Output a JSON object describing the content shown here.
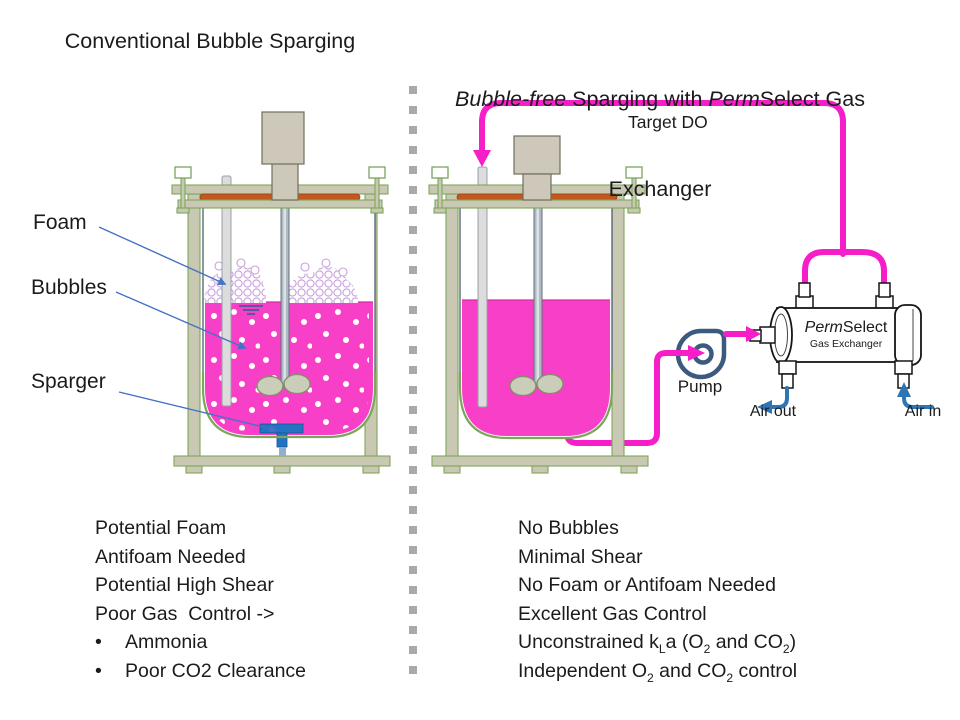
{
  "titles": {
    "left": "Conventional Bubble Sparging",
    "right_line1": [
      {
        "t": "Bubble-free",
        "i": true
      },
      {
        "t": " Sparging with "
      },
      {
        "t": "Perm",
        "i": true
      },
      {
        "t": "Select Gas"
      }
    ],
    "right_line2": [
      {
        "t": "Exchanger"
      }
    ]
  },
  "left_diagram": {
    "labels": {
      "foam": "Foam",
      "bubbles": "Bubbles",
      "sparger": "Sparger"
    },
    "notes": [
      {
        "seg": [
          {
            "t": "Potential Foam"
          }
        ]
      },
      {
        "seg": [
          {
            "t": "Antifoam Needed"
          }
        ]
      },
      {
        "seg": [
          {
            "t": "Potential High Shear"
          }
        ]
      },
      {
        "seg": [
          {
            "t": "Poor Gas  Control ->"
          }
        ]
      },
      {
        "bullet": true,
        "seg": [
          {
            "t": "Ammonia"
          }
        ]
      },
      {
        "bullet": true,
        "seg": [
          {
            "t": "Poor CO2 Clearance"
          }
        ]
      }
    ]
  },
  "right_diagram": {
    "labels": {
      "target_do": "Target DO",
      "pump": "Pump",
      "air_out": "Air out",
      "air_in": "Air in"
    },
    "exchanger": {
      "brand": [
        {
          "t": "Perm",
          "i": true
        },
        {
          "t": "Select"
        }
      ],
      "subtitle": "Gas Exchanger"
    },
    "notes": [
      {
        "seg": [
          {
            "t": "No Bubbles"
          }
        ]
      },
      {
        "seg": [
          {
            "t": "Minimal Shear"
          }
        ]
      },
      {
        "seg": [
          {
            "t": "No Foam or Antifoam Needed"
          }
        ]
      },
      {
        "seg": [
          {
            "t": "Excellent Gas Control"
          }
        ]
      },
      {
        "seg": [
          {
            "t": "Unconstrained k"
          },
          {
            "t": "L",
            "sub": true
          },
          {
            "t": "a (O"
          },
          {
            "t": "2",
            "sub": true
          },
          {
            "t": " and CO"
          },
          {
            "t": "2",
            "sub": true
          },
          {
            "t": ")"
          }
        ]
      },
      {
        "seg": [
          {
            "t": "Independent O"
          },
          {
            "t": "2",
            "sub": true
          },
          {
            "t": " and CO"
          },
          {
            "t": "2",
            "sub": true
          },
          {
            "t": " control"
          }
        ]
      }
    ]
  },
  "colors": {
    "liquid_pink": "#F83FC7",
    "tubing_magenta": "#F51EC8",
    "foam_purple": "#C9A0DC",
    "sparger_blue": "#2273C3",
    "pump_blue": "#3A5A7E",
    "air_arrow_blue": "#2E75B6",
    "annotation_blue": "#4472C4",
    "frame_tan": "#C9C8B2",
    "frame_green": "#7DA65C",
    "gasket_orange": "#C2581D",
    "divider_gray": "#A9A9A9"
  }
}
